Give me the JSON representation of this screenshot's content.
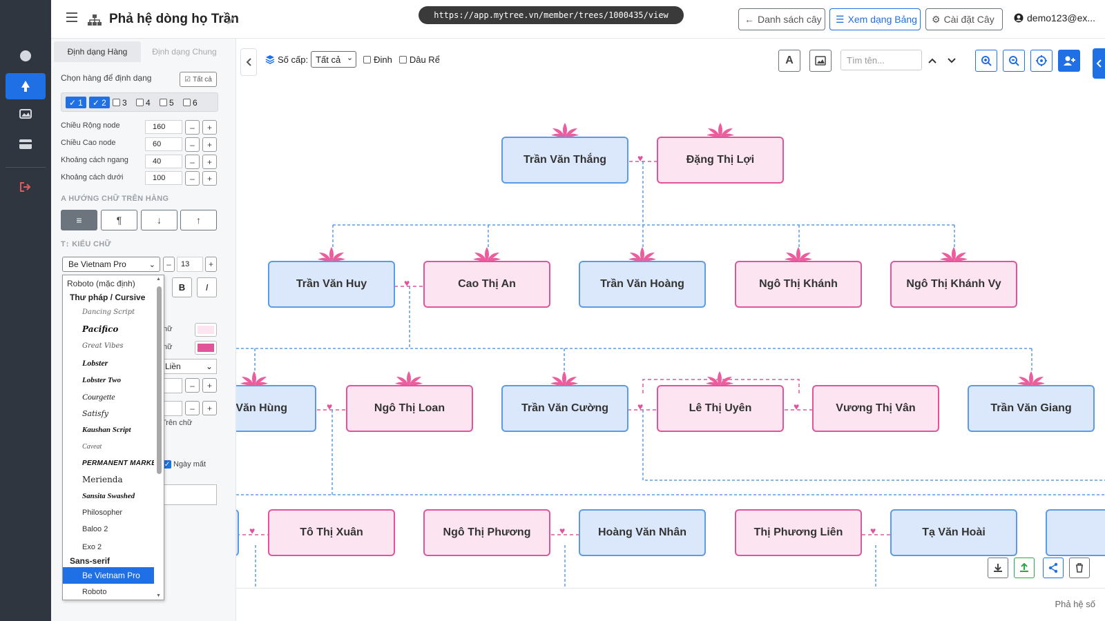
{
  "url": "https://app.mytree.vn/member/trees/1000435/view",
  "header": {
    "title": "Phả hệ dòng họ Trần",
    "buttons": {
      "list": "Danh sách cây",
      "table_view": "Xem dạng Bảng",
      "settings": "Cài đặt Cây"
    },
    "user": "demo123@ex..."
  },
  "panel": {
    "tabs": [
      "Định dạng Hàng",
      "Định dạng Chung"
    ],
    "select_rows_label": "Chọn hàng để định dạng",
    "select_all": "Tất cả",
    "levels": [
      {
        "label": "1",
        "checked": true
      },
      {
        "label": "2",
        "checked": true
      },
      {
        "label": "3",
        "checked": false
      },
      {
        "label": "4",
        "checked": false
      },
      {
        "label": "5",
        "checked": false
      },
      {
        "label": "6",
        "checked": false
      }
    ],
    "fields": [
      {
        "label": "Chiều Rộng node",
        "value": "160"
      },
      {
        "label": "Chiều Cao node",
        "value": "60"
      },
      {
        "label": "Khoảng cách ngang",
        "value": "40"
      },
      {
        "label": "Khoảng cách dưới",
        "value": "100"
      }
    ],
    "text_direction_title": "HƯỚNG CHỮ TRÊN HÀNG",
    "font_title": "KIỂU CHỮ",
    "font_value": "Be Vietnam Pro",
    "font_size": "13",
    "bold": "B",
    "italic": "I",
    "female_label": "nữ",
    "female_label2": "nữ",
    "line_style": "Liền",
    "above_text": "Trên chữ",
    "death_date": "Ngày mất",
    "colors": {
      "female_bg": "#fce4f0",
      "female_border": "#e0559a",
      "accent": "#1f6fe5"
    }
  },
  "font_dropdown": {
    "items": [
      {
        "type": "item",
        "label": "Roboto (mặc định)"
      },
      {
        "type": "group",
        "label": "Thư pháp / Cursive"
      },
      {
        "type": "item",
        "label": "Dancing Script"
      },
      {
        "type": "item",
        "label": "Pacifico"
      },
      {
        "type": "item",
        "label": "Great Vibes"
      },
      {
        "type": "item",
        "label": "Lobster"
      },
      {
        "type": "item",
        "label": "Lobster Two"
      },
      {
        "type": "item",
        "label": "Courgette"
      },
      {
        "type": "item",
        "label": "Satisfy"
      },
      {
        "type": "item",
        "label": "Kaushan Script"
      },
      {
        "type": "item",
        "label": "Caveat"
      },
      {
        "type": "item",
        "label": "Permanent Marker"
      },
      {
        "type": "item",
        "label": "Merienda"
      },
      {
        "type": "item",
        "label": "Sansita Swashed"
      },
      {
        "type": "item",
        "label": "Philosopher"
      },
      {
        "type": "item",
        "label": "Baloo 2"
      },
      {
        "type": "item",
        "label": "Exo 2"
      },
      {
        "type": "group",
        "label": "Sans-serif"
      },
      {
        "type": "item",
        "label": "Be Vietnam Pro",
        "selected": true
      },
      {
        "type": "item",
        "label": "Roboto"
      }
    ]
  },
  "toolbar": {
    "level_label": "Số cấp:",
    "level_value": "Tất cả",
    "opt1": "Đinh",
    "opt2": "Dâu Rể",
    "search_placeholder": "Tìm tên..."
  },
  "tree": {
    "gen1": [
      "Trần Văn Thắng",
      "Đặng Thị Lợi"
    ],
    "gen2": [
      "Trần Văn Huy",
      "Cao Thị An",
      "Trần Văn Hoàng",
      "Ngô Thị Khánh",
      "Ngô Thị Khánh Vy"
    ],
    "gen3": [
      "Trần Văn Hùng",
      "Ngô Thị Loan",
      "Trần Văn Cường",
      "Lê Thị Uyên",
      "Vương Thị Vân",
      "Trần Văn Giang"
    ],
    "gen4": [
      "Tô Thị Xuân",
      "Ngô Thị Phương",
      "Hoàng Văn Nhân",
      "Thị Phương Liên",
      "Tạ Văn Hoài"
    ]
  },
  "footer": "Phả hệ số"
}
